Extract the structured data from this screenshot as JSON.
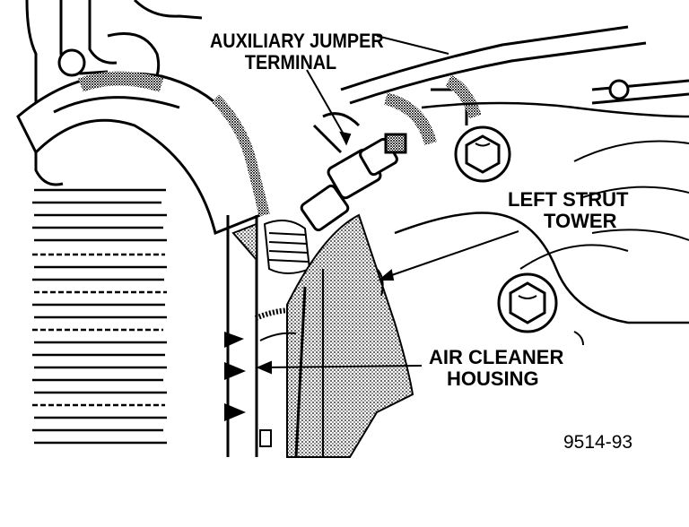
{
  "labels": {
    "auxiliary_jumper_terminal": [
      "AUXILIARY JUMPER",
      "TERMINAL"
    ],
    "left_strut_tower": [
      "LEFT STRUT",
      "TOWER"
    ],
    "air_cleaner_housing": [
      "AIR CLEANER",
      "HOUSING"
    ]
  },
  "figure_number": "9514-93",
  "colors": {
    "ink": "#000000",
    "paper": "#ffffff"
  }
}
